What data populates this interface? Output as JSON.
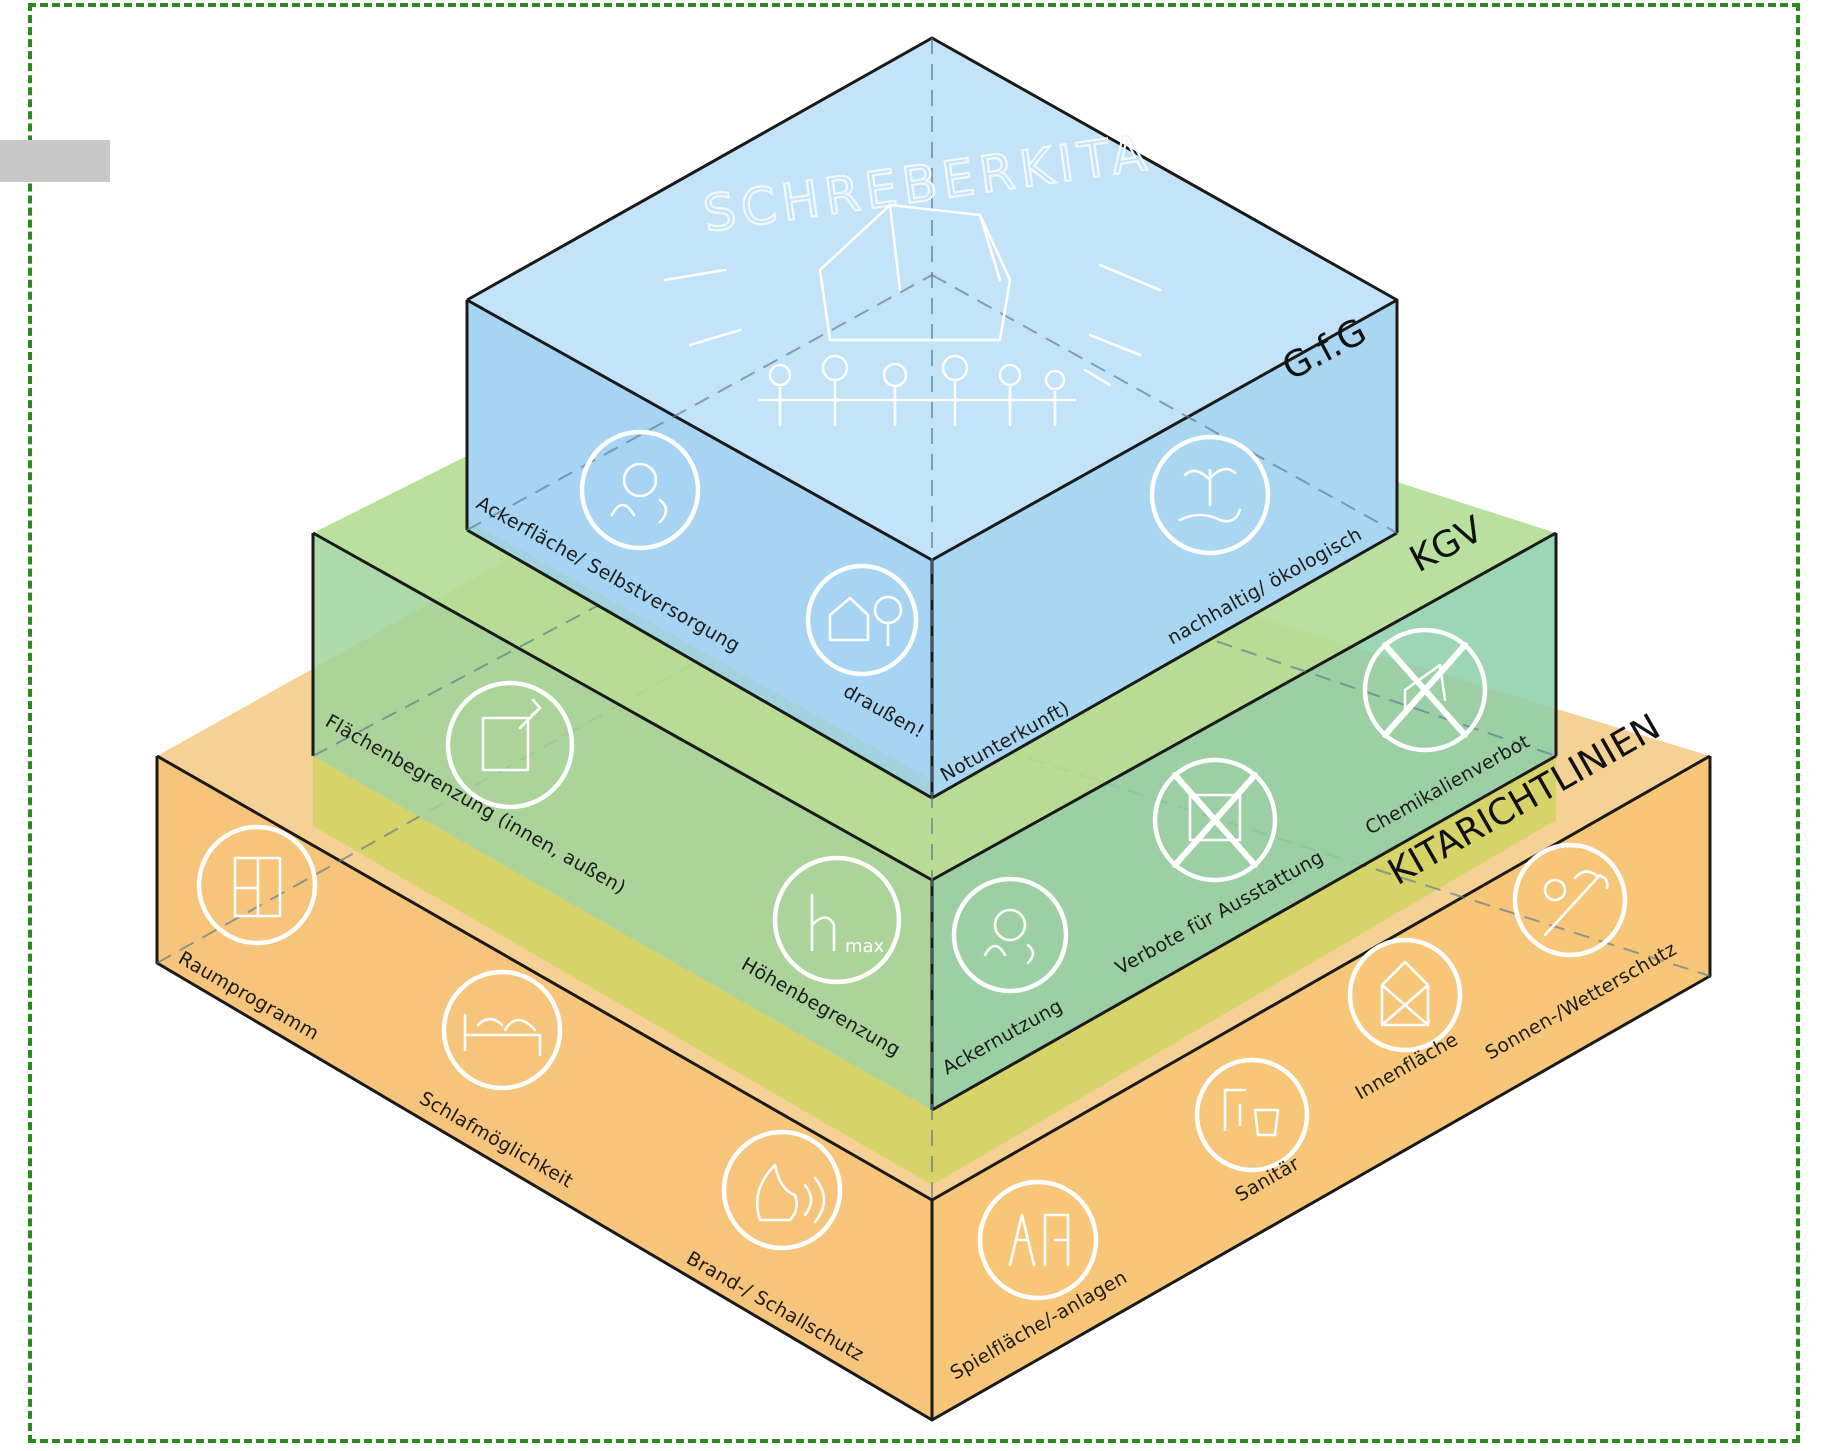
{
  "brand": "SCHREBERKITA",
  "tiers": [
    {
      "id": "gfg",
      "title": "G.f.G",
      "color": "#bde0f5"
    },
    {
      "id": "kgv",
      "title": "KGV",
      "color": "#a6d98a"
    },
    {
      "id": "kita",
      "title": "KITARICHTLINIEN",
      "color": "#f5c983"
    }
  ],
  "labels": {
    "top_left_1": "Ackerfläche/ Selbstversorgung",
    "top_left_2": "draußen!",
    "top_right_1": "Notunterkunft)",
    "top_right_2": "nachhaltig/ ökologisch",
    "mid_left_1": "Flächenbegrenzung (innen, außen)",
    "mid_left_2": "Höhenbegrenzung",
    "mid_right_1": "Ackernutzung",
    "mid_right_2": "Verbote für Ausstattung",
    "mid_right_3": "Chemikalienverbot",
    "bot_left_1": "Raumprogramm",
    "bot_left_2": "Schlafmöglichkeit",
    "bot_left_3": "Brand-/ Schallschutz",
    "bot_right_1": "Spielfläche/-anlagen",
    "bot_right_2": "Sanitär",
    "bot_right_3": "Innenfläche",
    "bot_right_4": "Sonnen-/Wetterschutz"
  },
  "icons": [
    "produce-icon",
    "house-tree-icon",
    "hand-plant-icon",
    "area-boundary-icon",
    "height-max-icon",
    "produce-icon",
    "crossed-furniture-icon",
    "crossed-chemicals-icon",
    "room-program-icon",
    "bed-icon",
    "fire-sound-icon",
    "playground-icon",
    "sanitary-icon",
    "indoor-area-icon",
    "sun-weather-icon"
  ]
}
